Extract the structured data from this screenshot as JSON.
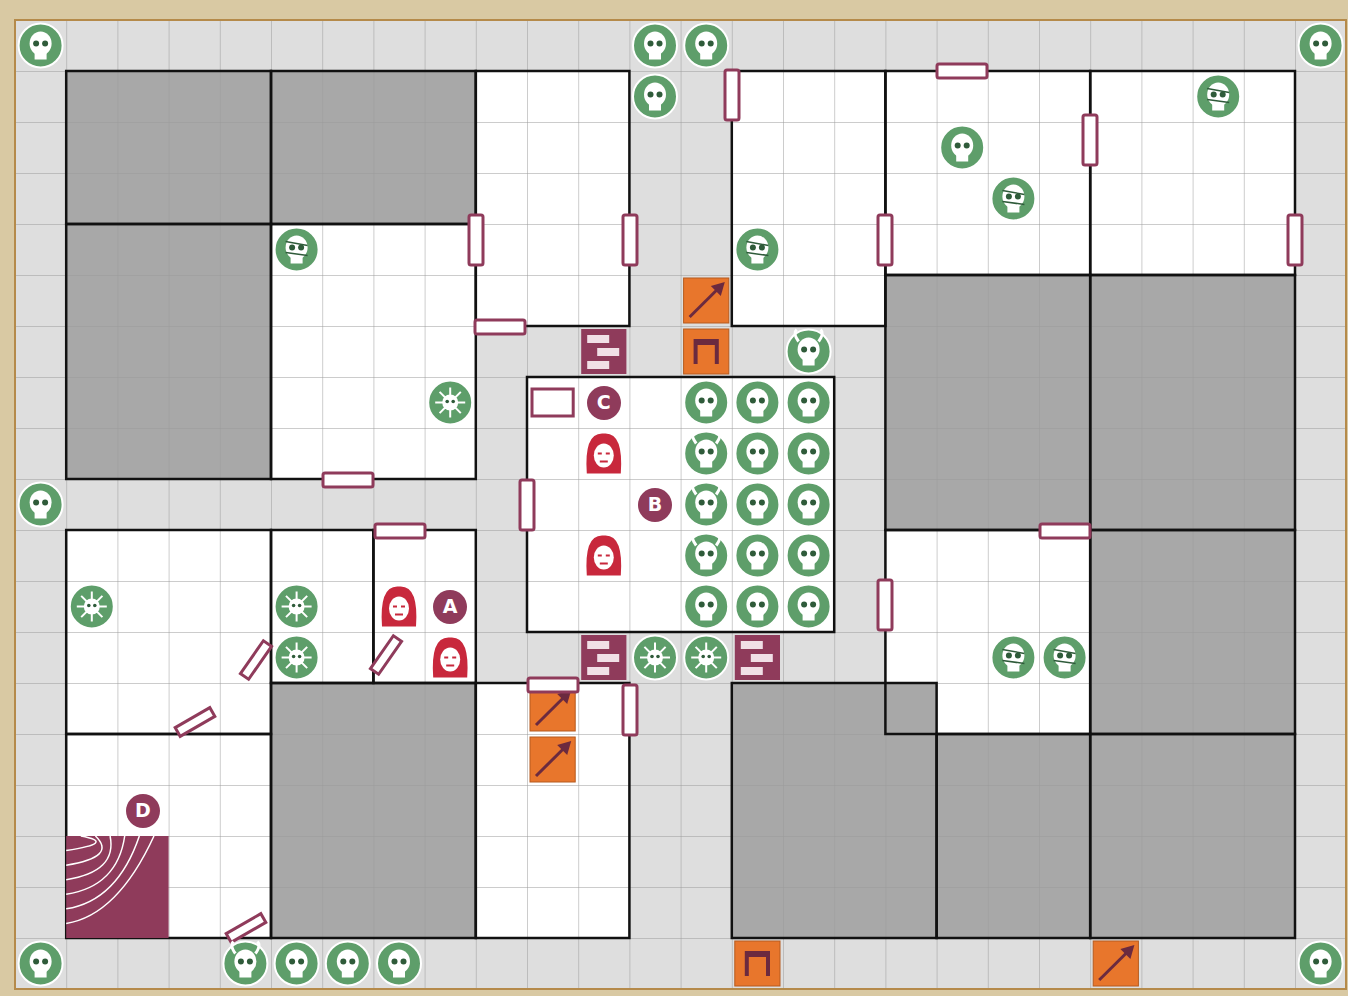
{
  "diagram": {
    "labels": [
      "C",
      "B",
      "A",
      "D"
    ]
  }
}
